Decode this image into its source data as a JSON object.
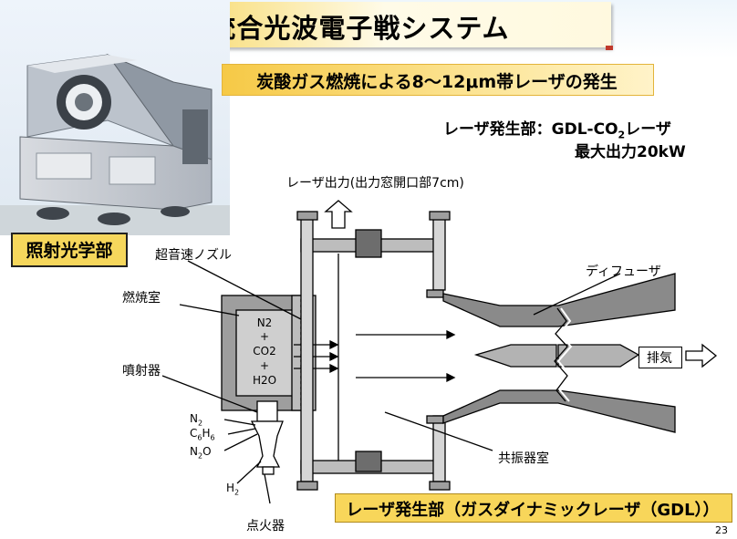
{
  "title": "統合光波電子戦システム",
  "subtitle": "炭酸ガス燃焼による8～12μm帯レーザの発生",
  "spec": {
    "line1_prefix": "レーザ発生部：GDL-CO",
    "line1_sub": "2",
    "line1_suffix": "レーザ",
    "line2": "最大出力20kW"
  },
  "photo_label": "照射光学部",
  "diagram": {
    "laser_output": "レーザ出力(出力窓開口部7cm)",
    "nozzle": "超音速ノズル",
    "combustor": "燃焼室",
    "chamber_content": [
      "N2",
      "+",
      "CO2",
      "+",
      "H2O"
    ],
    "injector": "噴射器",
    "diffuser": "ディフューザ",
    "exhaust": "排気",
    "resonator": "共振器室",
    "igniter": "点火器",
    "inputs": {
      "n2": {
        "main": "N",
        "sub": "2"
      },
      "c6h6": {
        "a": "C",
        "sub1": "6",
        "b": "H",
        "sub2": "6"
      },
      "n2o": {
        "main": "N",
        "sub": "2",
        "tail": "O"
      },
      "h2": {
        "main": "H",
        "sub": "2"
      }
    }
  },
  "bottom_label": "レーザ発生部（ガスダイナミックレーザ（GDL））",
  "page_number": "23"
}
